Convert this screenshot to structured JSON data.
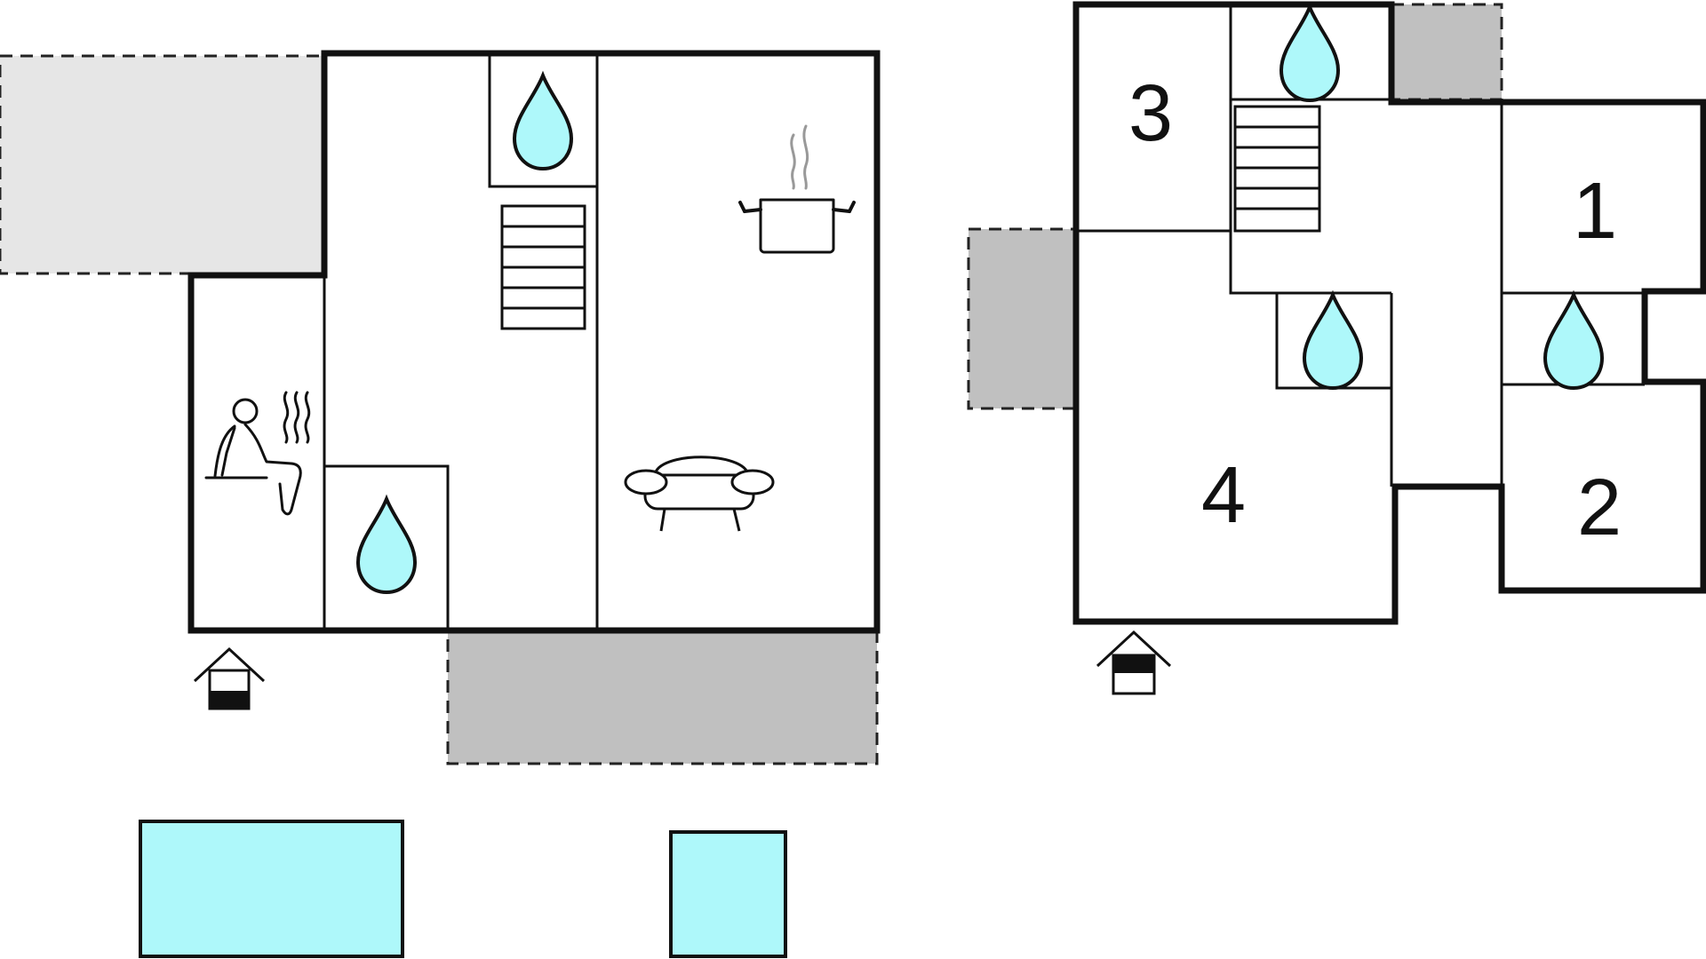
{
  "colors": {
    "wall": "#111111",
    "water": "#aef8fa",
    "terrace_light": "#e6e6e6",
    "terrace_dark": "#c0c0c0",
    "pool": "#aef8fa"
  },
  "icons": {
    "water_drop": "water-drop-icon",
    "stairs": "stairs-icon",
    "sauna": "sauna-icon",
    "kitchen": "cooking-pot-icon",
    "living_room": "sofa-icon",
    "entrance": "entrance-icon"
  },
  "floors": [
    {
      "rooms": []
    },
    {
      "rooms": [
        {
          "number": "1"
        },
        {
          "number": "2"
        },
        {
          "number": "3"
        },
        {
          "number": "4"
        }
      ]
    }
  ]
}
